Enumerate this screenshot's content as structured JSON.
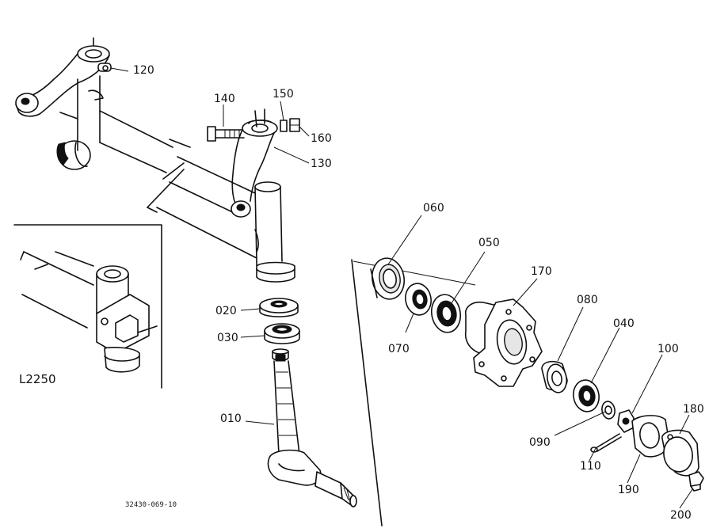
{
  "inset": {
    "model_label": "L2250"
  },
  "drawing_code": "32430-069-10",
  "parts": [
    {
      "id": "p120",
      "number": "120"
    },
    {
      "id": "p140",
      "number": "140"
    },
    {
      "id": "p150",
      "number": "150"
    },
    {
      "id": "p160",
      "number": "160"
    },
    {
      "id": "p130",
      "number": "130"
    },
    {
      "id": "p060",
      "number": "060"
    },
    {
      "id": "p050",
      "number": "050"
    },
    {
      "id": "p170",
      "number": "170"
    },
    {
      "id": "p080",
      "number": "080"
    },
    {
      "id": "p040",
      "number": "040"
    },
    {
      "id": "p100",
      "number": "100"
    },
    {
      "id": "p180",
      "number": "180"
    },
    {
      "id": "p020",
      "number": "020"
    },
    {
      "id": "p030",
      "number": "030"
    },
    {
      "id": "p070",
      "number": "070"
    },
    {
      "id": "p090",
      "number": "090"
    },
    {
      "id": "p110",
      "number": "110"
    },
    {
      "id": "p010",
      "number": "010"
    },
    {
      "id": "p190",
      "number": "190"
    },
    {
      "id": "p200",
      "number": "200"
    }
  ]
}
